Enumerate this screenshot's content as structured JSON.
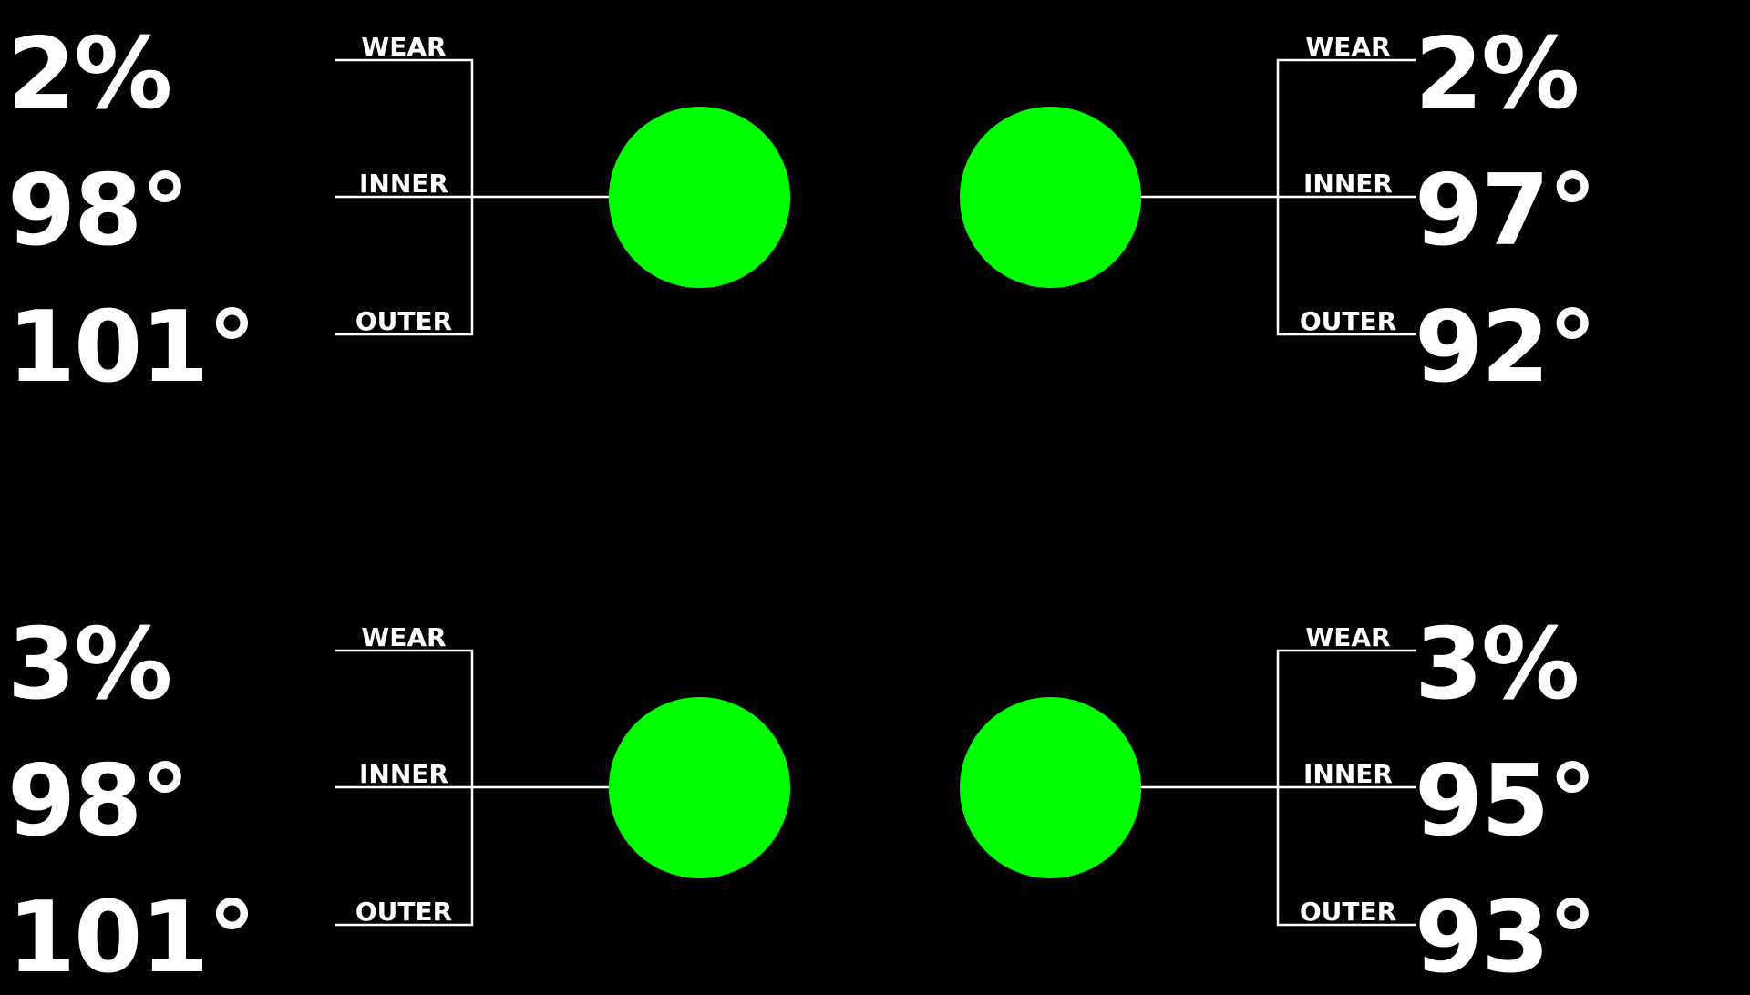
{
  "colors": {
    "background": "#000000",
    "tire_ok": "#00ff00",
    "text": "#ffffff",
    "line": "#ffffff"
  },
  "labels": {
    "wear": "WEAR",
    "inner": "INNER",
    "outer": "OUTER"
  },
  "tires": {
    "front_left": {
      "wear": "2%",
      "inner": "98°",
      "outer": "101°",
      "status_color": "#00ff00"
    },
    "front_right": {
      "wear": "2%",
      "inner": "97°",
      "outer": "92°",
      "status_color": "#00ff00"
    },
    "rear_left": {
      "wear": "3%",
      "inner": "98°",
      "outer": "101°",
      "status_color": "#00ff00"
    },
    "rear_right": {
      "wear": "3%",
      "inner": "95°",
      "outer": "93°",
      "status_color": "#00ff00"
    }
  }
}
